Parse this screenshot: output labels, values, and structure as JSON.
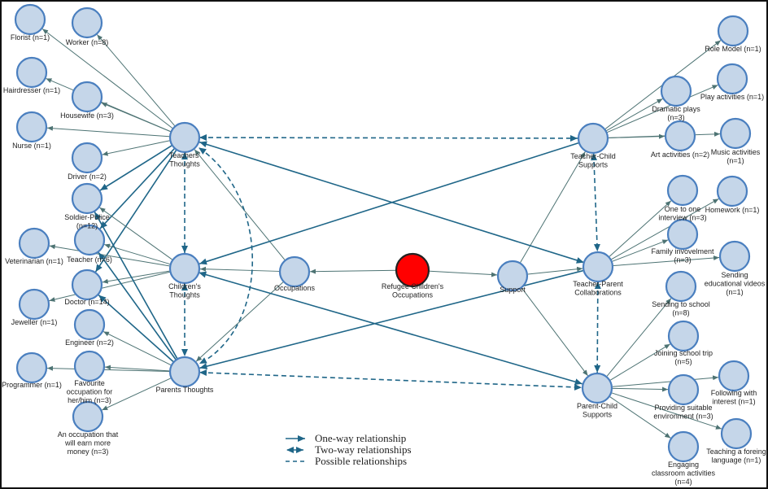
{
  "colors": {
    "node_fill": "#c5d6e9",
    "node_stroke": "#4a7fbf",
    "center_fill": "#ff0000",
    "thin_edge": "#4d7373",
    "bold_edge": "#1f6688"
  },
  "nodes": [
    {
      "id": "florist",
      "label": [
        "Florist (n=1)"
      ]
    },
    {
      "id": "worker",
      "label": [
        "Worker (n=8)"
      ]
    },
    {
      "id": "hairdresser",
      "label": [
        "Hairdresser (n=1)"
      ]
    },
    {
      "id": "housewife",
      "label": [
        "Housewife (n=3)"
      ]
    },
    {
      "id": "nurse",
      "label": [
        "Nurse (n=1)"
      ]
    },
    {
      "id": "driver",
      "label": [
        "Driver (n=2)"
      ]
    },
    {
      "id": "soldier",
      "label": [
        "Soldier-Police",
        "(n=12)"
      ]
    },
    {
      "id": "veterinarian",
      "label": [
        "Veterinarian (n=1)"
      ]
    },
    {
      "id": "teacher",
      "label": [
        "Teacher (n=6)"
      ]
    },
    {
      "id": "doctor",
      "label": [
        "Doctor (n=14)"
      ]
    },
    {
      "id": "jeweller",
      "label": [
        "Jeweller (n=1)"
      ]
    },
    {
      "id": "engineer",
      "label": [
        "Engineer (n=2)"
      ]
    },
    {
      "id": "programmer",
      "label": [
        "Programmer (n=1)"
      ]
    },
    {
      "id": "favourite",
      "label": [
        "Favourite",
        "occupation for",
        "her/him (n=3)"
      ]
    },
    {
      "id": "earn",
      "label": [
        "An occupation that",
        "will earn more",
        "money (n=3)"
      ]
    },
    {
      "id": "teachers_thoughts",
      "label": [
        "Teachers'",
        "Thoughts"
      ]
    },
    {
      "id": "childrens_thoughts",
      "label": [
        "Children's",
        "Thoughts"
      ]
    },
    {
      "id": "parents_thoughts",
      "label": [
        "Parents Thoughts"
      ]
    },
    {
      "id": "occupations",
      "label": [
        "Occupations"
      ]
    },
    {
      "id": "center",
      "label": [
        "Refugee Children's",
        "Occupations"
      ]
    },
    {
      "id": "support",
      "label": [
        "Support"
      ]
    },
    {
      "id": "tcs",
      "label": [
        "Teacher-Child",
        "Supports"
      ]
    },
    {
      "id": "tpc",
      "label": [
        "Teacher-Parent",
        "Collaborations"
      ]
    },
    {
      "id": "pcs",
      "label": [
        "Parent-Child",
        "Supports"
      ]
    },
    {
      "id": "role_model",
      "label": [
        "Role Model (n=1)"
      ]
    },
    {
      "id": "dramatic",
      "label": [
        "Dramatic plays",
        "(n=3)"
      ]
    },
    {
      "id": "play",
      "label": [
        "Play activities (n=1)"
      ]
    },
    {
      "id": "art",
      "label": [
        "Art activities (n=2)"
      ]
    },
    {
      "id": "music",
      "label": [
        "Music activities",
        "(n=1)"
      ]
    },
    {
      "id": "one_to_one",
      "label": [
        "One to one",
        "interview (n=3)"
      ]
    },
    {
      "id": "homework",
      "label": [
        "Homework (n=1)"
      ]
    },
    {
      "id": "family",
      "label": [
        "Family invovelment",
        "(n=3)"
      ]
    },
    {
      "id": "videos",
      "label": [
        "Sending",
        "educational videos",
        "(n=1)"
      ]
    },
    {
      "id": "sending_school",
      "label": [
        "Sending to school",
        "(n=8)"
      ]
    },
    {
      "id": "school_trip",
      "label": [
        "Joining school trip",
        "(n=5)"
      ]
    },
    {
      "id": "following",
      "label": [
        "Following with",
        "interest (n=1)"
      ]
    },
    {
      "id": "environment",
      "label": [
        "Providing suitable",
        "environment (n=3)"
      ]
    },
    {
      "id": "foreign_lang",
      "label": [
        "Teaching a foreing",
        "language (n=1)"
      ]
    },
    {
      "id": "engaging",
      "label": [
        "Engaging",
        "classroom activities",
        "(n=4)"
      ]
    }
  ],
  "edges": [
    [
      "teachers_thoughts",
      "florist",
      "thin"
    ],
    [
      "teachers_thoughts",
      "worker",
      "thin"
    ],
    [
      "teachers_thoughts",
      "hairdresser",
      "thin"
    ],
    [
      "teachers_thoughts",
      "housewife",
      "thin"
    ],
    [
      "teachers_thoughts",
      "nurse",
      "thin"
    ],
    [
      "teachers_thoughts",
      "driver",
      "thin"
    ],
    [
      "teachers_thoughts",
      "soldier",
      "bold"
    ],
    [
      "teachers_thoughts",
      "teacher",
      "bold"
    ],
    [
      "teachers_thoughts",
      "doctor",
      "bold"
    ],
    [
      "childrens_thoughts",
      "veterinarian",
      "thin"
    ],
    [
      "childrens_thoughts",
      "teacher",
      "thin"
    ],
    [
      "childrens_thoughts",
      "doctor",
      "thin"
    ],
    [
      "childrens_thoughts",
      "jeweller",
      "thin"
    ],
    [
      "childrens_thoughts",
      "soldier",
      "thin"
    ],
    [
      "parents_thoughts",
      "soldier",
      "bold"
    ],
    [
      "parents_thoughts",
      "teacher",
      "bold"
    ],
    [
      "parents_thoughts",
      "doctor",
      "bold"
    ],
    [
      "parents_thoughts",
      "engineer",
      "thin"
    ],
    [
      "parents_thoughts",
      "programmer",
      "thin"
    ],
    [
      "parents_thoughts",
      "favourite",
      "thin"
    ],
    [
      "parents_thoughts",
      "earn",
      "thin"
    ],
    [
      "occupations",
      "teachers_thoughts",
      "thin"
    ],
    [
      "occupations",
      "childrens_thoughts",
      "thin"
    ],
    [
      "occupations",
      "parents_thoughts",
      "thin"
    ],
    [
      "center",
      "occupations",
      "thin"
    ],
    [
      "center",
      "support",
      "thin"
    ],
    [
      "support",
      "tcs",
      "thin"
    ],
    [
      "support",
      "tpc",
      "thin"
    ],
    [
      "support",
      "pcs",
      "thin"
    ],
    [
      "tcs",
      "childrens_thoughts",
      "bold"
    ],
    [
      "tpc",
      "teachers_thoughts",
      "bold2"
    ],
    [
      "childrens_thoughts",
      "pcs",
      "bold2"
    ],
    [
      "tpc",
      "parents_thoughts",
      "bold"
    ],
    [
      "teachers_thoughts",
      "tcs",
      "dash"
    ],
    [
      "teachers_thoughts",
      "childrens_thoughts",
      "dash"
    ],
    [
      "childrens_thoughts",
      "parents_thoughts",
      "dash"
    ],
    [
      "parents_thoughts",
      "pcs",
      "dash"
    ],
    [
      "tcs",
      "tpc",
      "dash"
    ],
    [
      "tpc",
      "pcs",
      "dash"
    ],
    [
      "tcs",
      "role_model",
      "thin"
    ],
    [
      "tcs",
      "dramatic",
      "thin"
    ],
    [
      "tcs",
      "play",
      "thin"
    ],
    [
      "tcs",
      "art",
      "thin"
    ],
    [
      "tcs",
      "music",
      "thin"
    ],
    [
      "tpc",
      "one_to_one",
      "thin"
    ],
    [
      "tpc",
      "homework",
      "thin"
    ],
    [
      "tpc",
      "family",
      "thin"
    ],
    [
      "tpc",
      "videos",
      "thin"
    ],
    [
      "pcs",
      "sending_school",
      "thin"
    ],
    [
      "pcs",
      "school_trip",
      "thin"
    ],
    [
      "pcs",
      "following",
      "thin"
    ],
    [
      "pcs",
      "environment",
      "thin"
    ],
    [
      "pcs",
      "foreign_lang",
      "thin"
    ],
    [
      "pcs",
      "engaging",
      "thin"
    ]
  ],
  "legend": {
    "one_way": "One-way relationship",
    "two_way": "Two-way relationships",
    "possible": "Possible relationships"
  }
}
